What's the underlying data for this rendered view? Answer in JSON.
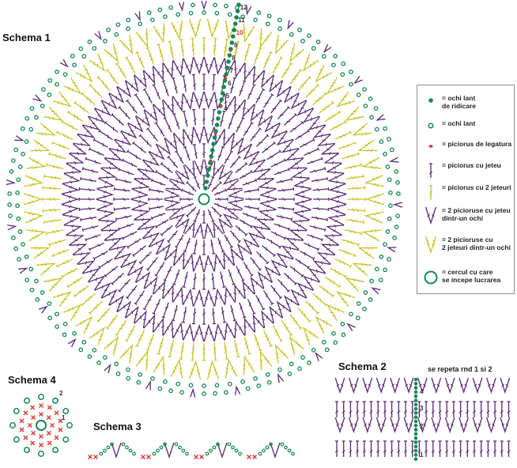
{
  "colors": {
    "purple": "#5a2a73",
    "yellow": "#c9c227",
    "green": "#128a54",
    "red": "#d93636"
  },
  "titles": {
    "schema1": "Schema 1",
    "schema2": "Schema 2",
    "schema3": "Schema 3",
    "schema4": "Schema 4"
  },
  "schema1_round_labels": [
    "4",
    "5",
    "6",
    "7",
    "8",
    "9",
    "10",
    "11",
    "12"
  ],
  "schema2_note": "se repeta rnd 1 si 2",
  "schema2_row_labels": [
    "1",
    "2",
    "3",
    "4"
  ],
  "schema4_labels": [
    "1",
    "2"
  ],
  "legend": [
    {
      "icon": "ochi-lant-ridicare-icon",
      "text": "= ochi lant\nde ridicare"
    },
    {
      "icon": "ochi-lant-icon",
      "text": "= ochi lant"
    },
    {
      "icon": "piciorus-legatura-icon",
      "text": "= piciorus de legatura"
    },
    {
      "icon": "piciorus-jeteu-icon",
      "text": "= piciorus cu jeteu"
    },
    {
      "icon": "piciorus-2-jeteuri-icon",
      "text": "= piciorus cu 2 jeteuri"
    },
    {
      "icon": "v-jeteu-icon",
      "text": "= 2 picioruse cu jeteu\ndintr-un ochi"
    },
    {
      "icon": "v-2-jeteuri-icon",
      "text": "= 2 picioruse cu\n2 jeteuri dintr-un ochi"
    },
    {
      "icon": "cerc-start-icon",
      "text": "= cercul cu care\nse incepe lucrarea"
    }
  ]
}
